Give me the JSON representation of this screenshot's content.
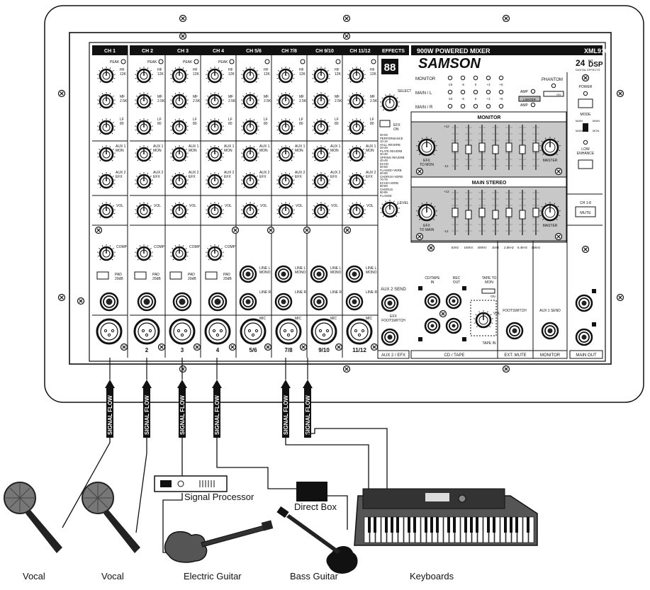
{
  "mixer": {
    "model_title": "900W POWERED MIXER",
    "model_code": "XML910",
    "brand": "SAMSON",
    "dsp_badge": "24",
    "dsp_bit": "BIT",
    "dsp_word": "DSP",
    "dsp_sub": "DIGITAL EFFECTS",
    "effects_header": "EFFECTS",
    "effects_display": "88",
    "channels": [
      {
        "label": "CH 1",
        "input": ""
      },
      {
        "label": "CH 2",
        "input": "2"
      },
      {
        "label": "CH 3",
        "input": "3"
      },
      {
        "label": "CH 4",
        "input": "4"
      },
      {
        "label": "CH 5/6",
        "input": "5/6"
      },
      {
        "label": "CH 7/8",
        "input": "7/8"
      },
      {
        "label": "CH 9/10",
        "input": "9/10"
      },
      {
        "label": "CH 11/12",
        "input": "11/12"
      }
    ],
    "mono_channel_labels": {
      "peak": "PEAK",
      "hf": "HF\n12K",
      "mf": "MF\n2.5K",
      "lf": "LF\n80",
      "aux1": "AUX 1\nMON",
      "aux2": "AUX 2\nEFX",
      "vol": "VOL",
      "comp": "COMP",
      "pad": "PAD\n20dB",
      "mic": "MIC",
      "line_l": "LINE L\nMONO",
      "line_r": "LINE R"
    },
    "effects_list": [
      "00-09 PERFORMANCE",
      "10-19 HALL REVERB",
      "20-29 PLATE REVERB",
      "30-39 SPRING REVERB",
      "40-49 ECHO",
      "50-59 FLANGE+VERB",
      "60-69 CHORUS+VERB",
      "70-79 ECHO+VERB",
      "80-89 CHORUS",
      "90-99 FLANGE"
    ],
    "effects_controls": {
      "select": "SELECT",
      "efx_on": "EFX\nON",
      "level": "LEVEL",
      "aux2_send": "AUX 2 SEND",
      "efx_footswitch": "EFX\nFOOTSWITCH",
      "section": "AUX 2 / EFX"
    },
    "meter_rows": [
      {
        "label": "MONITOR"
      },
      {
        "label": "MAIN / L"
      },
      {
        "label": "MAIN / R"
      }
    ],
    "meter_scale": [
      "-10",
      "-6",
      "0",
      "+3",
      "+6"
    ],
    "phantom": "PHANTOM",
    "phantom_on": "ON",
    "limiter": "LIMITER",
    "amp1": "AMP",
    "amp2": "AMP",
    "monitor_header": "MONITOR",
    "main_stereo_header": "MAIN STEREO",
    "eq_bands": [
      "63Hz",
      "160Hz",
      "400Hz",
      "1kHz",
      "2.5kHz",
      "6.4kHz",
      "16kHz"
    ],
    "eq_scale_top": "+12",
    "eq_scale_bottom": "-12",
    "efx_to_mon": "EFX\nTO MON",
    "efx_to_main": "EFX\nTO MAIN",
    "master": "MASTER",
    "right_panel": {
      "power": "POWER",
      "mode": "MODE",
      "main": "MAIN",
      "mon": "MON",
      "low_enhance": "LOW\nENHANCE",
      "ch12": "CH 1-8",
      "mute": "MUTE"
    },
    "bottom_sections": {
      "cd_tape_in": "CD/TAPE\nIN",
      "rec_out": "REC\nOUT",
      "tape_to_mon": "TAPE TO\nMON",
      "on": "ON",
      "tape_in": "TAPE IN",
      "vol": "VOL",
      "footswitch": "FOOTSWITCH",
      "aux1_send": "AUX 1 SEND",
      "cd_tape": "CD / TAPE",
      "ext_mute": "EXT. MUTE",
      "monitor": "MONITOR",
      "main_out": "MAIN OUT"
    }
  },
  "signal_flow_label": "SIGNAL FLOW",
  "devices": {
    "signal_processor": "Signal Processor",
    "direct_box": "Direct Box"
  },
  "bottom_labels": [
    "Vocal",
    "Vocal",
    "Electric Guitar",
    "Bass Guitar",
    "Keyboards"
  ]
}
